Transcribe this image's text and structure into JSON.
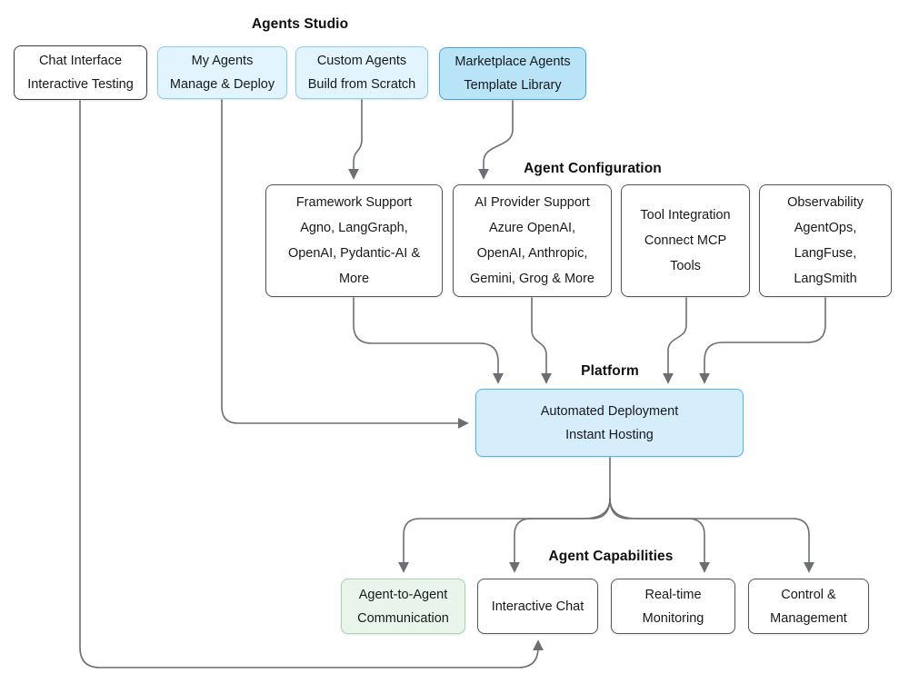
{
  "diagram": {
    "headings": {
      "agents_studio": "Agents Studio",
      "agent_configuration": "Agent Configuration",
      "platform": "Platform",
      "agent_capabilities": "Agent Capabilities"
    },
    "nodes": {
      "chat_interface": {
        "label": "Chat Interface\nInteractive Testing"
      },
      "my_agents": {
        "label": "My Agents\nManage & Deploy"
      },
      "custom_agents": {
        "label": "Custom Agents\nBuild from Scratch"
      },
      "marketplace_agents": {
        "label": "Marketplace Agents\nTemplate Library"
      },
      "framework_support": {
        "label": "Framework Support\nAgno, LangGraph,\nOpenAI, Pydantic-AI &\nMore"
      },
      "ai_provider_support": {
        "label": "AI Provider Support\nAzure OpenAI,\nOpenAI, Anthropic,\nGemini, Grog & More"
      },
      "tool_integration": {
        "label": "Tool Integration\nConnect MCP\nTools"
      },
      "observability": {
        "label": "Observability\nAgentOps,\nLangFuse,\nLangSmith"
      },
      "automated_deployment": {
        "label": "Automated Deployment\nInstant Hosting"
      },
      "agent_to_agent_communication": {
        "label": "Agent-to-Agent\nCommunication"
      },
      "interactive_chat": {
        "label": "Interactive Chat"
      },
      "realtime_monitoring": {
        "label": "Real-time\nMonitoring"
      },
      "control_management": {
        "label": "Control &\nManagement"
      }
    },
    "edges": [
      {
        "from": "custom_agents",
        "to": "framework_support"
      },
      {
        "from": "marketplace_agents",
        "to": "ai_provider_support"
      },
      {
        "from": "my_agents",
        "to": "automated_deployment"
      },
      {
        "from": "chat_interface",
        "to": "interactive_chat"
      },
      {
        "from": "framework_support",
        "to": "automated_deployment"
      },
      {
        "from": "ai_provider_support",
        "to": "automated_deployment"
      },
      {
        "from": "tool_integration",
        "to": "automated_deployment"
      },
      {
        "from": "observability",
        "to": "automated_deployment"
      },
      {
        "from": "automated_deployment",
        "to": "agent_to_agent_communication"
      },
      {
        "from": "automated_deployment",
        "to": "interactive_chat"
      },
      {
        "from": "automated_deployment",
        "to": "realtime_monitoring"
      },
      {
        "from": "automated_deployment",
        "to": "control_management"
      }
    ],
    "colors": {
      "light_blue_fill": "#e2f4fd",
      "light_blue_border": "#8bcfef",
      "medium_blue_fill": "#b9e4f8",
      "medium_blue_border": "#46a5d8",
      "platform_fill": "#d6edfb",
      "platform_border": "#52b4e9",
      "green_fill": "#e9f5eb",
      "green_border": "#a8d4b0",
      "white_node_border": "#53565a",
      "connector_gray": "#6b6e72",
      "text_color": "#17191c"
    }
  }
}
